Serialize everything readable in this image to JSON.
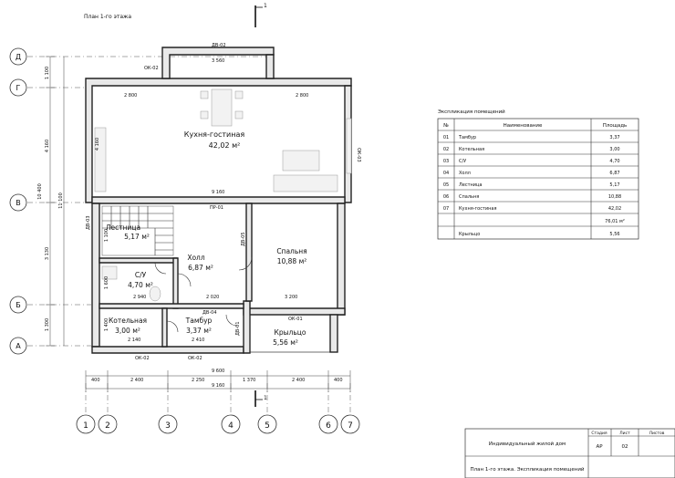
{
  "plan_title": "План 1-го этажа",
  "section_mark": "1",
  "axes_rows": [
    "Д",
    "Г",
    "В",
    "Б",
    "А"
  ],
  "axes_cols": [
    "1",
    "2",
    "3",
    "4",
    "5",
    "6",
    "7"
  ],
  "rooms": [
    {
      "key": "kitchen",
      "name": "Кухня-гостиная",
      "area": "42,02 м²"
    },
    {
      "key": "stair",
      "name": "Лестница",
      "area": "5,17 м²"
    },
    {
      "key": "hall",
      "name": "Холл",
      "area": "6,87 м²"
    },
    {
      "key": "bedroom",
      "name": "Спальня",
      "area": "10,88 м²"
    },
    {
      "key": "bath",
      "name": "С/У",
      "area": "4,70 м²"
    },
    {
      "key": "boiler",
      "name": "Котельная",
      "area": "3,00 м²"
    },
    {
      "key": "vestibule",
      "name": "Тамбур",
      "area": "3,37 м²"
    },
    {
      "key": "porch",
      "name": "Крыльцо",
      "area": "5,56 м²"
    }
  ],
  "openings": {
    "ok02_top": "ОК-02",
    "dv02_top": "ДВ-02",
    "ok03": "ОК-03",
    "pr01": "ПР-01",
    "dv03": "ДВ-03",
    "dv05": "ДВ-05",
    "dv04": "ДВ-04",
    "dv01": "ДВ-01",
    "ok01": "ОК-01",
    "ok02_b1": "ОК-02",
    "ok02_b2": "ОК-02"
  },
  "dims_inner": {
    "d3560": "3 560",
    "d2800a": "2 800",
    "d2800b": "2 800",
    "d4160": "4 160",
    "d9160": "9 160",
    "d1100": "1 100",
    "d2940": "2 940",
    "d2020": "2 020",
    "d3200": "3 200",
    "d2140": "2 140",
    "d2410": "2 410",
    "d1600": "1 600",
    "d1400": "1 400"
  },
  "dims_left": [
    "1 100",
    "4 160",
    "3 130",
    "1 300",
    "10 400",
    "11 100"
  ],
  "dims_bottom": [
    "400",
    "2 400",
    "2 250",
    "1 370",
    "2 400",
    "400"
  ],
  "dims_total_a": "9 600",
  "dims_total_b": "9 160",
  "table": {
    "title": "Экспликация помещений",
    "headers": [
      "№",
      "Наименование",
      "Площадь"
    ],
    "rows": [
      [
        "01",
        "Тамбур",
        "3,37"
      ],
      [
        "02",
        "Котельная",
        "3,00"
      ],
      [
        "03",
        "С/У",
        "4,70"
      ],
      [
        "04",
        "Холл",
        "6,87"
      ],
      [
        "05",
        "Лестница",
        "5,17"
      ],
      [
        "06",
        "Спальня",
        "10,88"
      ],
      [
        "07",
        "Кухня-гостиная",
        "42,02"
      ]
    ],
    "total": "76,01 м²",
    "extra": [
      "Крыльцо",
      "5,56"
    ]
  },
  "stamp": {
    "project": "Индивидуальный жилой дом",
    "sheet_title": "План 1-го этажа. Экспликация помещений",
    "h_stage": "Стадия",
    "h_sheet": "Лист",
    "h_sheets": "Листов",
    "stage": "АР",
    "sheet": "02"
  }
}
